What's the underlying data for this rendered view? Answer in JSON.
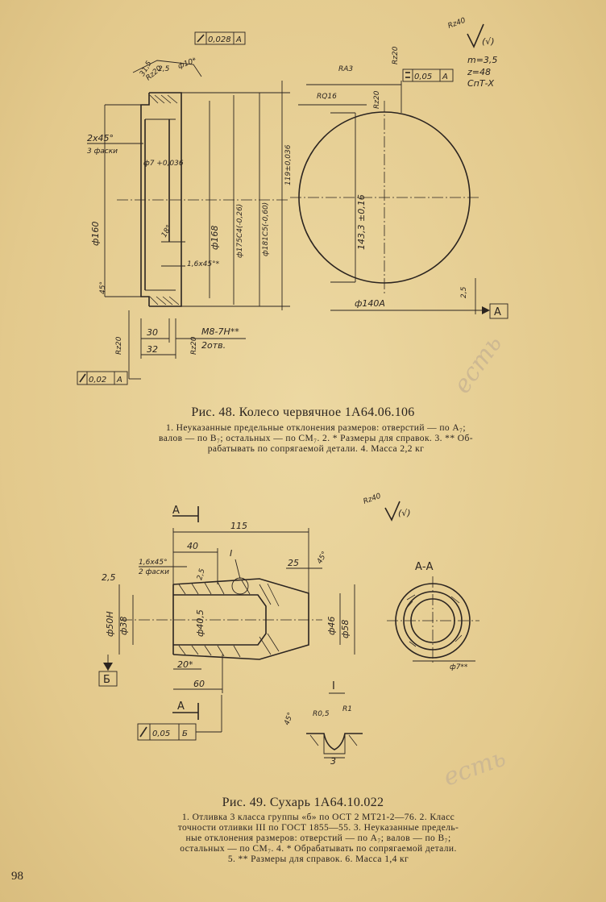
{
  "figure48": {
    "caption": "Рис. 48. Колесо червячное 1А64.06.106",
    "note_line1": "1. Неуказанные предельные отклонения размеров: отверстий — по А₇;",
    "note_line2": "валов — по В₇; остальных — по СМ₇. 2. * Размеры для справок. 3. ** Об-",
    "note_line3": "рабатывать по сопрягаемой детали. 4. Масса 2,2 кг",
    "labels": {
      "tolerance_frame_top": "0,028",
      "tolerance_frame_top_datum": "A",
      "tolerance_frame_right": "0,05",
      "tolerance_frame_right_datum": "A",
      "tolerance_frame_bottom": "0,02",
      "tolerance_frame_bottom_datum": "A",
      "datum_a": "A",
      "d_160": "ф160",
      "d_168": "ф168",
      "d_175": "ф175С4(-0,26)",
      "d_181": "ф181С5(-0,60)",
      "d_119": "119±0,036",
      "d_143": "143,3 ±0,16",
      "d_140": "ф140А",
      "d_10": "ф10*",
      "chamfer_2x45": "2х45°",
      "chamfer_3_faces": "3 фаски",
      "bore_tol": "ф7 +0,036",
      "angle_18": "18°",
      "chamfer_16": "1,6х45°*",
      "dim_30": "30",
      "dim_32": "32",
      "thread": "М8-7Н**",
      "holes": "2отв.",
      "r_a3": "RА3",
      "r_q16": "RQ16",
      "roughness_top": "Rz40",
      "module": "m=3,5",
      "teeth": "z=48",
      "gear_note": "СпТ-Х",
      "dim_25": "2,5",
      "r_z20": "Rz20",
      "dim_315": "31,5",
      "angle_45": "45°",
      "dim_2_5_side": "2,5"
    }
  },
  "figure49": {
    "caption": "Рис. 49. Сухарь 1А64.10.022",
    "note_line1": "1. Отливка 3 класса группы «б» по ОСТ 2 МТ21-2—76. 2. Класс",
    "note_line2": "точности отливки III по ГОСТ 1855—55. 3. Неуказанные предель-",
    "note_line3": "ные отклонения размеров: отверстий — по А₇; валов — по В₇;",
    "note_line4": "остальных — по СМ₇. 4. * Обрабатывать по сопрягаемой детали.",
    "note_line5": "5. ** Размеры для справок. 6. Масса 1,4 кг",
    "labels": {
      "section_mark": "А",
      "section_title": "А-А",
      "detail_mark": "I",
      "dim_115": "115",
      "dim_40": "40",
      "dim_25": "25",
      "dim_60": "60",
      "dim_20": "20*",
      "chamfer": "1,6х45°",
      "chamfer_faces": "2 фаски",
      "dim_2_5": "2,5",
      "d_50": "ф50Н",
      "d_38": "ф38",
      "d_40_5": "ф40,5",
      "d_46": "ф46",
      "d_58": "ф58",
      "datum_b": "Б",
      "tolerance_value": "0,05",
      "tolerance_datum": "Б",
      "r_05": "R0,5",
      "r_1": "R1",
      "angle_45": "45°",
      "dim_3": "3",
      "dim_7": "ф7**",
      "roughness": "Rz40"
    }
  },
  "page_number": "98"
}
